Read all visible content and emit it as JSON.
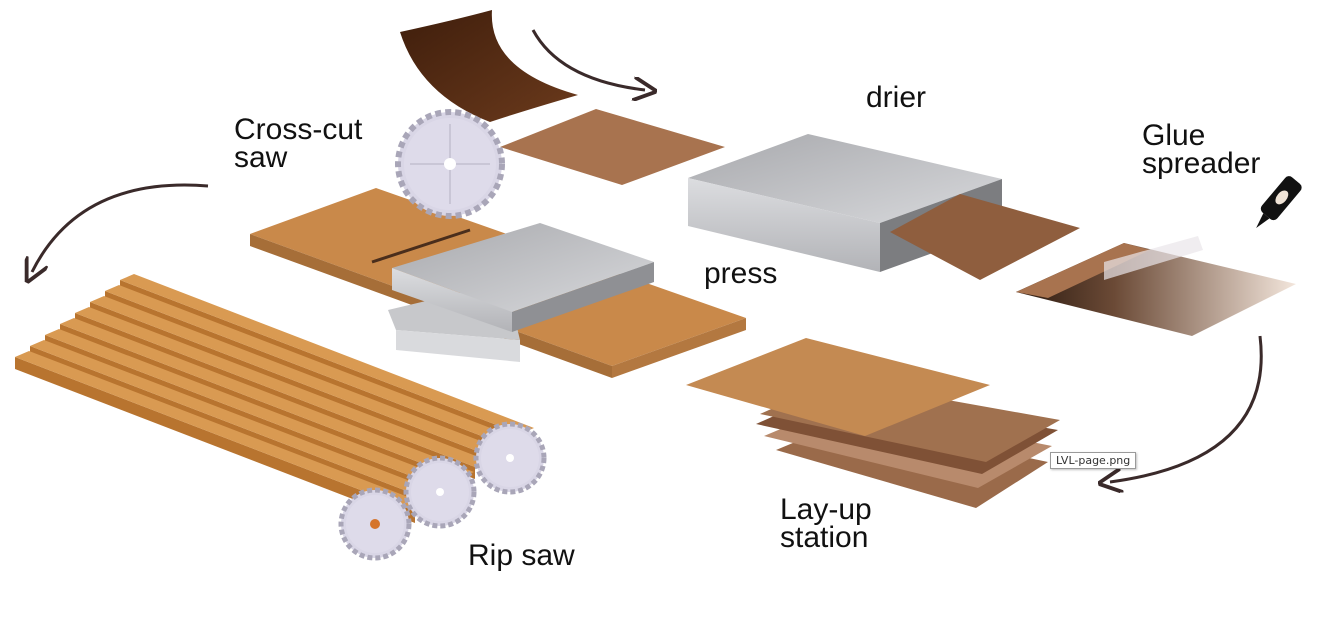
{
  "labels": {
    "cross_cut_saw": "Cross-cut\nsaw",
    "drier": "drier",
    "glue_spreader": "Glue\nspreader",
    "press": "press",
    "lay_up_station": "Lay-up\nstation",
    "rip_saw": "Rip saw"
  },
  "tooltip": "LVL-page.png",
  "colors": {
    "veneer_roll": "#5a2e16",
    "veneer_sheet": "#a8734f",
    "panel": "#c98a4b",
    "steel": "#b7b8bb",
    "saw_blade": "#d9d6e6",
    "arrow": "#3a2a2a"
  },
  "icons": [
    "saw-blade-icon",
    "glue-bottle-icon",
    "flow-arrow-icon"
  ]
}
